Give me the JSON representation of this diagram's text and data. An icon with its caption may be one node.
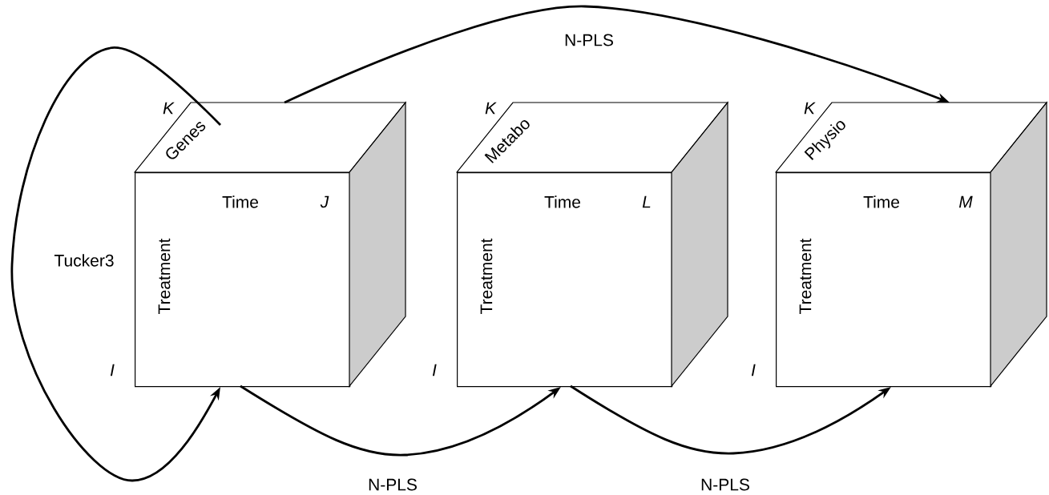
{
  "diagram": {
    "nodes": [
      {
        "text": [
          "Genes",
          "Time",
          "J",
          "Treatment"
        ],
        "beside": [
          "K",
          "I"
        ]
      },
      {
        "text": [
          "Metabo",
          "Time",
          "L",
          "Treatment"
        ],
        "beside": [
          "K",
          "I"
        ]
      },
      {
        "text": [
          "Physio",
          "Time",
          "M",
          "Treatment"
        ],
        "beside": [
          "K",
          "I"
        ]
      }
    ],
    "edges": [
      {
        "from": 0,
        "to": 0,
        "arrow": "to",
        "label": "Tucker3"
      },
      {
        "from": 0,
        "to": 2,
        "arrow": "to",
        "label": "N-PLS"
      },
      {
        "from": 0,
        "to": 1,
        "arrow": "to",
        "label": "N-PLS"
      },
      {
        "from": 1,
        "to": 2,
        "arrow": "to",
        "label": "N-PLS"
      }
    ]
  }
}
